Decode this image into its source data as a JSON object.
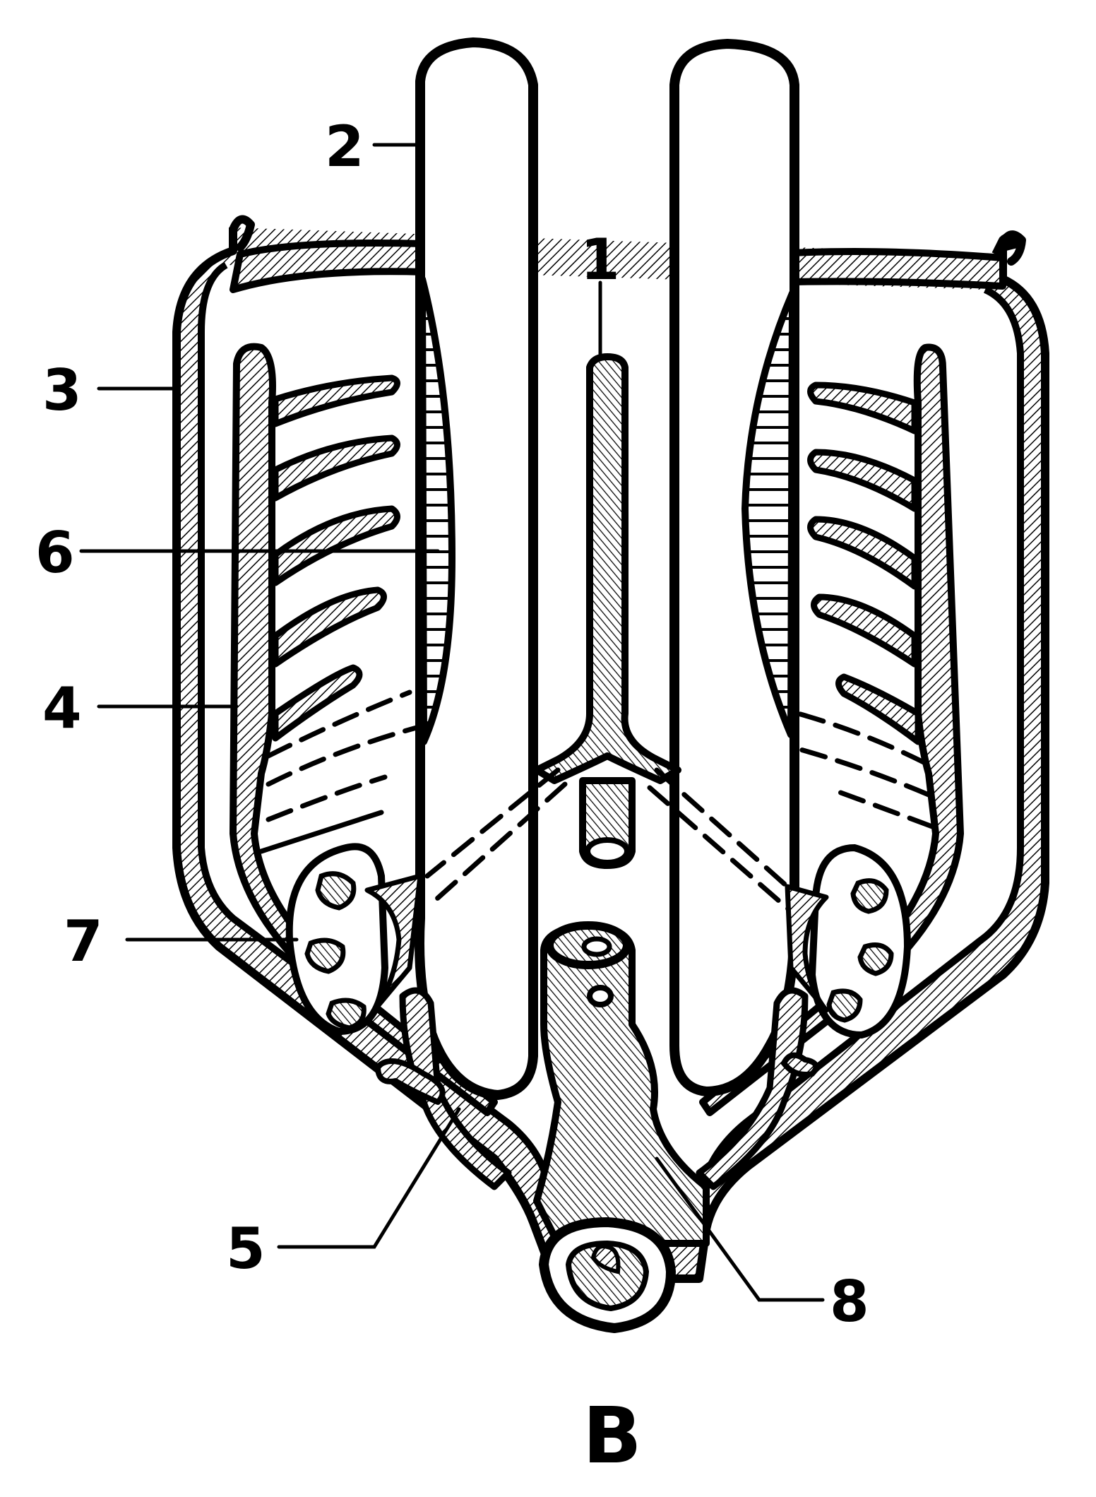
{
  "figure": {
    "letter": "B",
    "labels": [
      {
        "id": "label-1",
        "text": "1"
      },
      {
        "id": "label-2",
        "text": "2"
      },
      {
        "id": "label-3",
        "text": "3"
      },
      {
        "id": "label-4",
        "text": "4"
      },
      {
        "id": "label-5",
        "text": "5"
      },
      {
        "id": "label-6",
        "text": "6"
      },
      {
        "id": "label-7",
        "text": "7"
      },
      {
        "id": "label-8",
        "text": "8"
      }
    ]
  }
}
